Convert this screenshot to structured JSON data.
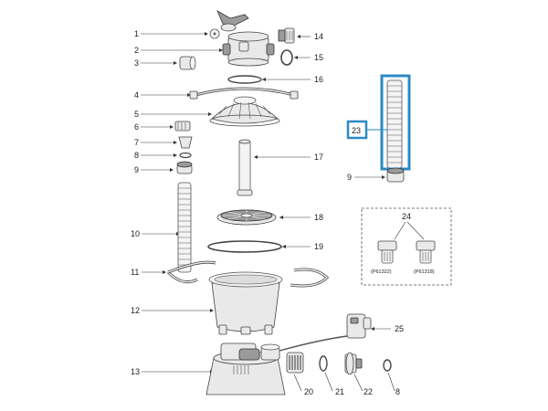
{
  "callouts": [
    {
      "id": "1",
      "label": "1"
    },
    {
      "id": "2",
      "label": "2"
    },
    {
      "id": "3",
      "label": "3"
    },
    {
      "id": "4",
      "label": "4"
    },
    {
      "id": "5",
      "label": "5"
    },
    {
      "id": "6",
      "label": "6"
    },
    {
      "id": "7",
      "label": "7"
    },
    {
      "id": "8",
      "label": "8"
    },
    {
      "id": "9",
      "label": "9"
    },
    {
      "id": "10",
      "label": "10"
    },
    {
      "id": "11",
      "label": "11"
    },
    {
      "id": "12",
      "label": "12"
    },
    {
      "id": "13",
      "label": "13"
    },
    {
      "id": "14",
      "label": "14"
    },
    {
      "id": "15",
      "label": "15"
    },
    {
      "id": "16",
      "label": "16"
    },
    {
      "id": "17",
      "label": "17"
    },
    {
      "id": "18",
      "label": "18"
    },
    {
      "id": "19",
      "label": "19"
    },
    {
      "id": "20",
      "label": "20"
    },
    {
      "id": "21",
      "label": "21"
    },
    {
      "id": "22",
      "label": "22"
    },
    {
      "id": "23",
      "label": "23"
    },
    {
      "id": "24",
      "label": "24"
    },
    {
      "id": "25",
      "label": "25"
    },
    {
      "id": "8b",
      "label": "8"
    },
    {
      "id": "9b",
      "label": "9"
    }
  ],
  "inset": {
    "caption_left": "(P61322)",
    "caption_right": "(P61318)"
  },
  "highlight": {
    "label": "23",
    "color": "#2b8ac6"
  }
}
